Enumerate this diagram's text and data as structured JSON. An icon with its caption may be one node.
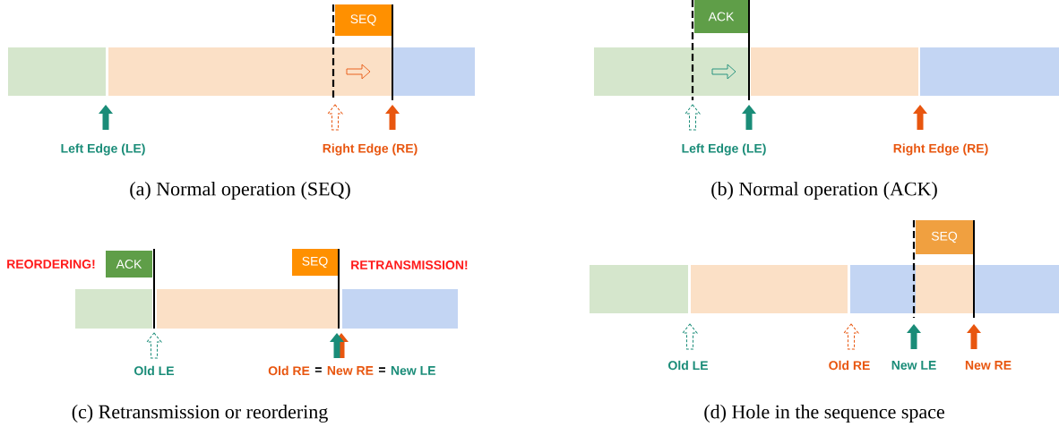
{
  "diagram": {
    "nodes": [
      {
        "text": [
          "SEQ"
        ]
      },
      {
        "text": [
          "ACK"
        ]
      },
      {
        "text": [
          "ACK"
        ]
      },
      {
        "text": [
          "SEQ"
        ]
      },
      {
        "text": [
          "SEQ"
        ]
      }
    ],
    "labels": [
      "Left Edge (LE)",
      "Right Edge (RE)",
      "(a) Normal operation (SEQ)",
      "Left Edge (LE)",
      "Right Edge (RE)",
      "(b) Normal operation (ACK)",
      "REORDERING!",
      "RETRANSMISSION!",
      "Old LE",
      "Old RE",
      "=",
      "New RE",
      "=",
      "New LE",
      "(c) Retransmission or reordering",
      "Old LE",
      "Old RE",
      "New LE",
      "New RE",
      "(d) Hole in the sequence space"
    ]
  }
}
